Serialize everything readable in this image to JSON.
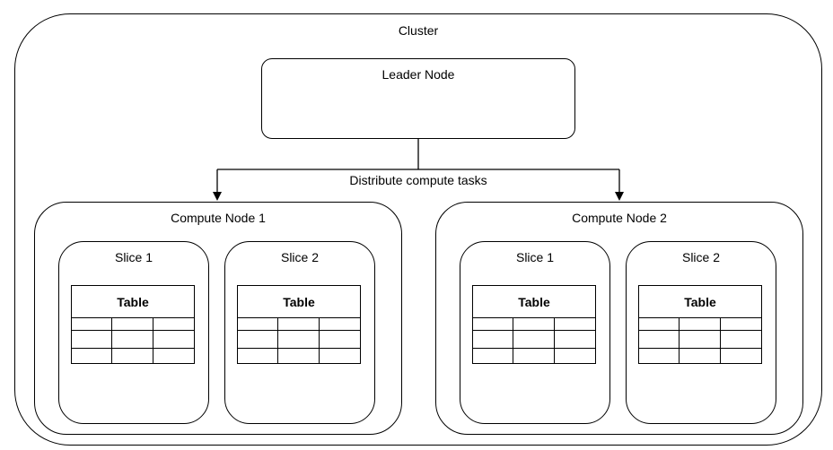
{
  "cluster": {
    "label": "Cluster",
    "leader": {
      "label": "Leader Node"
    },
    "edge_label": "Distribute compute tasks",
    "compute_nodes": [
      {
        "label": "Compute Node 1",
        "slices": [
          {
            "label": "Slice 1",
            "table_label": "Table"
          },
          {
            "label": "Slice 2",
            "table_label": "Table"
          }
        ]
      },
      {
        "label": "Compute Node 2",
        "slices": [
          {
            "label": "Slice 1",
            "table_label": "Table"
          },
          {
            "label": "Slice 2",
            "table_label": "Table"
          }
        ]
      }
    ]
  },
  "colors": {
    "stroke": "#000000",
    "background": "#ffffff"
  }
}
